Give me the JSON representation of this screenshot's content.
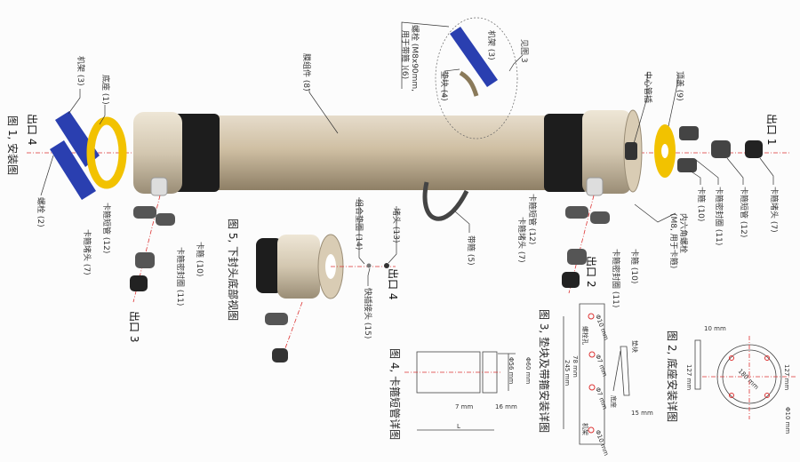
{
  "figure1": {
    "title": "图 1, 安装图",
    "outlet1": "出口 1",
    "outlet2": "出口 2",
    "outlet3": "出口 3",
    "outlet4": "出口 4",
    "labels": {
      "frame_left": "机架 (3)",
      "base": "底座 (1)",
      "bolt": "螺栓 (2)",
      "membrane": "膜组件 (8)",
      "bolt_band_1": "螺栓 (M8x90mm,",
      "bolt_band_2": "用于带箍 )(6)",
      "frame_top": "机架 (3)",
      "pad": "垫块 (4)",
      "see_fig3": "见图 3",
      "center_tube": "中心管插",
      "top_cap": "顶盖 (9)",
      "plug_r": "卡箍堵头 (7)",
      "short_r": "卡箍短管 (12)",
      "seal_r": "卡箍密封圈 (11)",
      "clamp_r": "卡箍 (10)",
      "hex_bolt_1": "内六角螺栓",
      "hex_bolt_2": "(M8, 用于卡箍)",
      "short_m": "卡箍短管 (12)",
      "plug_m": "卡箍堵头 (7)",
      "clamp_m": "卡箍 (10)",
      "seal_m": "卡箍密封圈 (11)",
      "band": "带箍 (5)",
      "short_l": "卡箍短管 (12)",
      "plug_l": "卡箍堵头 (7)",
      "clamp_l": "卡箍 (10)",
      "seal_l": "卡箍密封圈 (11)"
    }
  },
  "figure5": {
    "title": "图 5, 下封头底部视图",
    "washer": "组合垫圈 (14)",
    "plug": "堵头 (13)",
    "outlet": "出口 4",
    "quick": "快插接头 (15)"
  },
  "figure4": {
    "title": "图 4, 卡箍短管详图",
    "d7": "7 mm",
    "d16": "16 mm",
    "L": "L",
    "phi56": "Φ56 mm",
    "phi60": "Φ60 mm"
  },
  "figure3": {
    "title": "图 3, 垫块及带箍安装详图",
    "d78": "78 mm",
    "d245": "245 mm",
    "phi10a": "Φ10 mm",
    "phi7a": "Φ7 mm",
    "phi7b": "Φ7 mm",
    "phi10b": "Φ10 mm",
    "bolt_hole": "螺栓孔",
    "frame": "机架",
    "pad": "垫块",
    "base": "底座",
    "d15": "15 mm"
  },
  "figure2": {
    "title": "图 2, 底座安装详图",
    "d10": "10 mm",
    "d127a": "127 mm",
    "d127b": "127 mm",
    "d180": "180 mm",
    "phi10": "Φ10 mm"
  },
  "colors": {
    "tube": "#cdbb9e",
    "frame": "#2a3fb0",
    "ring": "#f2c200",
    "centerline": "#dd3333"
  }
}
